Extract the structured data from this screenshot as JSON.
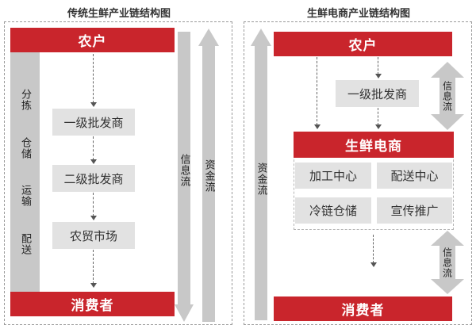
{
  "left": {
    "title": "传统生鲜产业链结构图",
    "top": "农户",
    "bottom": "消费者",
    "side_label": "分拣 仓储 运输 配送",
    "side_words": [
      "分拣",
      "仓储",
      "运输",
      "配送"
    ],
    "chain": [
      "一级批发商",
      "二级批发商",
      "农贸市场"
    ],
    "info_flow": "信息流",
    "money_flow": "资金流"
  },
  "right": {
    "title": "生鲜电商产业链结构图",
    "top": "农户",
    "wholesaler": "一级批发商",
    "ecommerce": "生鲜电商",
    "services": [
      "加工中心",
      "配送中心",
      "冷链仓储",
      "宣传推广"
    ],
    "bottom": "消费者",
    "money_flow": "资金流",
    "info_flow_top": "信息流",
    "info_flow_bottom": "信息流"
  },
  "colors": {
    "accent_red": "#c9252c",
    "box_gray": "#e2e2e2",
    "arrow_gray": "#c8c8c8"
  }
}
